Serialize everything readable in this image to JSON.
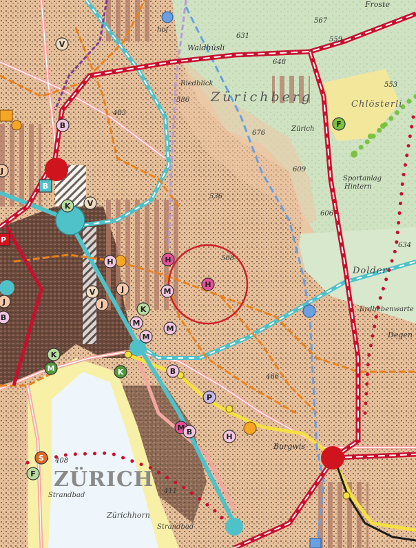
{
  "map": {
    "place_labels": [
      {
        "key": "zurich_city",
        "text": "ZÜRICH"
      },
      {
        "key": "zurichberg",
        "text": "Zürichberg"
      },
      {
        "key": "chlosterli",
        "text": "Chlösterli"
      },
      {
        "key": "dolder",
        "text": "Dolder"
      },
      {
        "key": "burgwies",
        "text": "Burgwis"
      },
      {
        "key": "waldhusli",
        "text": "Waldhüsli"
      },
      {
        "key": "riedblick",
        "text": "Riedblick"
      },
      {
        "key": "strandbad_1",
        "text": "Strandbad"
      },
      {
        "key": "zurichhorn",
        "text": "Zürichhorn"
      },
      {
        "key": "strandbad_2",
        "text": "Strandbad"
      },
      {
        "key": "sportanlage",
        "text": "Sportanlag"
      },
      {
        "key": "hintern",
        "text": "Hintern"
      },
      {
        "key": "degen",
        "text": "Degen"
      },
      {
        "key": "erdbebenwarte",
        "text": "Erdbebenwarte"
      },
      {
        "key": "frostel",
        "text": "Froste"
      },
      {
        "key": "zoo",
        "text": "Zürich"
      },
      {
        "key": "hof",
        "text": "hof"
      }
    ],
    "elevations": [
      "631",
      "648",
      "567",
      "559",
      "553",
      "586",
      "676",
      "609",
      "536",
      "606",
      "634",
      "508",
      "483",
      "466",
      "411",
      "408"
    ],
    "markers": [
      {
        "key": "v1",
        "letter": "V"
      },
      {
        "key": "b1",
        "letter": "B"
      },
      {
        "key": "b_sq",
        "letter": "B"
      },
      {
        "key": "k1",
        "letter": "K"
      },
      {
        "key": "v2",
        "letter": "V"
      },
      {
        "key": "p_sq",
        "letter": "P"
      },
      {
        "key": "h1",
        "letter": "H"
      },
      {
        "key": "h2",
        "letter": "H"
      },
      {
        "key": "h3",
        "letter": "H"
      },
      {
        "key": "m1",
        "letter": "M"
      },
      {
        "key": "j1",
        "letter": "J"
      },
      {
        "key": "v3",
        "letter": "V"
      },
      {
        "key": "j2",
        "letter": "J"
      },
      {
        "key": "k2",
        "letter": "K"
      },
      {
        "key": "m2",
        "letter": "M"
      },
      {
        "key": "m3",
        "letter": "M"
      },
      {
        "key": "m4",
        "letter": "M"
      },
      {
        "key": "j3",
        "letter": "J"
      },
      {
        "key": "b2",
        "letter": "B"
      },
      {
        "key": "k3",
        "letter": "K"
      },
      {
        "key": "m5",
        "letter": "M"
      },
      {
        "key": "k4",
        "letter": "K"
      },
      {
        "key": "b3",
        "letter": "B"
      },
      {
        "key": "p2",
        "letter": "P"
      },
      {
        "key": "m6",
        "letter": "M"
      },
      {
        "key": "b4",
        "letter": "B"
      },
      {
        "key": "h4",
        "letter": "H"
      },
      {
        "key": "s1",
        "letter": "S"
      },
      {
        "key": "f1",
        "letter": "F"
      },
      {
        "key": "f2",
        "letter": "F"
      },
      {
        "key": "j4",
        "letter": "J"
      }
    ],
    "colors": {
      "terrain": "#e8c9a6",
      "forest": "#cfe3c2",
      "lake": "#eef6fb",
      "shore": "#f7f0a6",
      "dense_city": "#6a4a3c",
      "cantonal_boundary": "#c8102e",
      "rail": "#4fc1c9",
      "tram": "#e8821e",
      "purple_line": "#7a3c9a",
      "lilac_line": "#b79ad8",
      "blue_dashed": "#6a9fe0",
      "green_dots": "#7cc242"
    }
  }
}
